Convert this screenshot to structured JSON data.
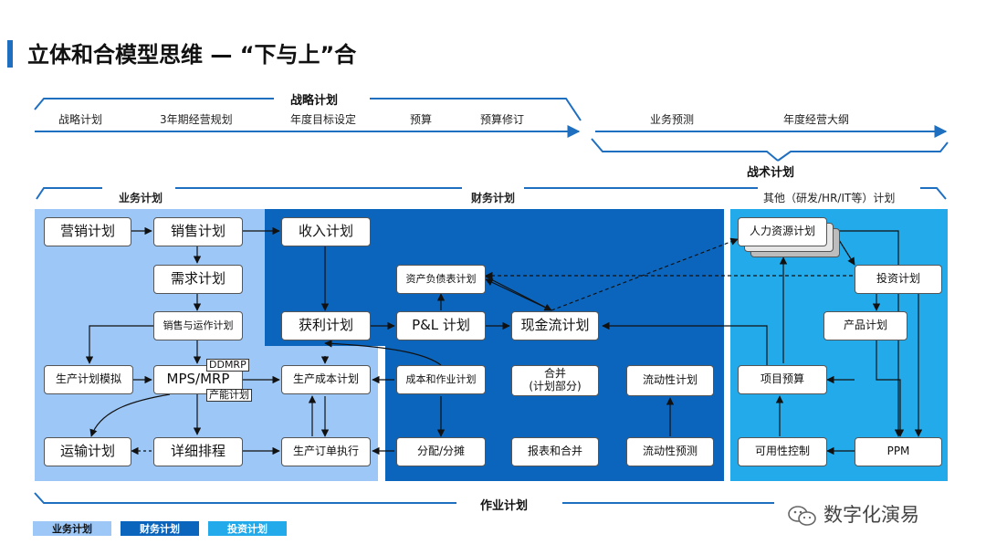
{
  "title": "立体和合模型思维 — “下与上”合",
  "strategic": {
    "header": "战略计划",
    "items": [
      "战略计划",
      "3年期经营规划",
      "年度目标设定",
      "预算",
      "预算修订"
    ],
    "right_items": [
      "业务预测",
      "年度经营大纲"
    ]
  },
  "tactical": {
    "header": "战术计划",
    "business_header": "业务计划",
    "finance_header": "财务计划",
    "other_header": "其他（研发/HR/IT等）计划"
  },
  "operational": {
    "header": "作业计划"
  },
  "boxes": {
    "marketing": "营销计划",
    "sales": "销售计划",
    "demand": "需求计划",
    "sop": "销售与运作计划",
    "prod_sim": "生产计划模拟",
    "mps": "MPS/MRP",
    "ddmrp": "DDMRP",
    "capacity": "产能计划",
    "transport": "运输计划",
    "schedule": "详细排程",
    "revenue": "收入计划",
    "profit": "获利计划",
    "prod_cost": "生产成本计划",
    "order_exec": "生产订单执行",
    "balance": "资产负债表计划",
    "pl": "P&L 计划",
    "cashflow": "现金流计划",
    "cost_ops": "成本和作业计划",
    "consolidation": "合并\n(计划部分)",
    "liquidity": "流动性计划",
    "allocation": "分配/分摊",
    "report": "报表和合并",
    "liq_forecast": "流动性预测",
    "hr": "人力资源计划",
    "invest": "投资计划",
    "product": "产品计划",
    "project_budget": "项目预算",
    "availability": "可用性控制",
    "ppm": "PPM"
  },
  "legend": [
    "业务计划",
    "财务计划",
    "投资计划"
  ],
  "watermark": "数字化演易",
  "colors": {
    "business": "#9cc7f6",
    "finance": "#0c65bd",
    "invest": "#23aaea",
    "accent": "#1f6fc1"
  }
}
